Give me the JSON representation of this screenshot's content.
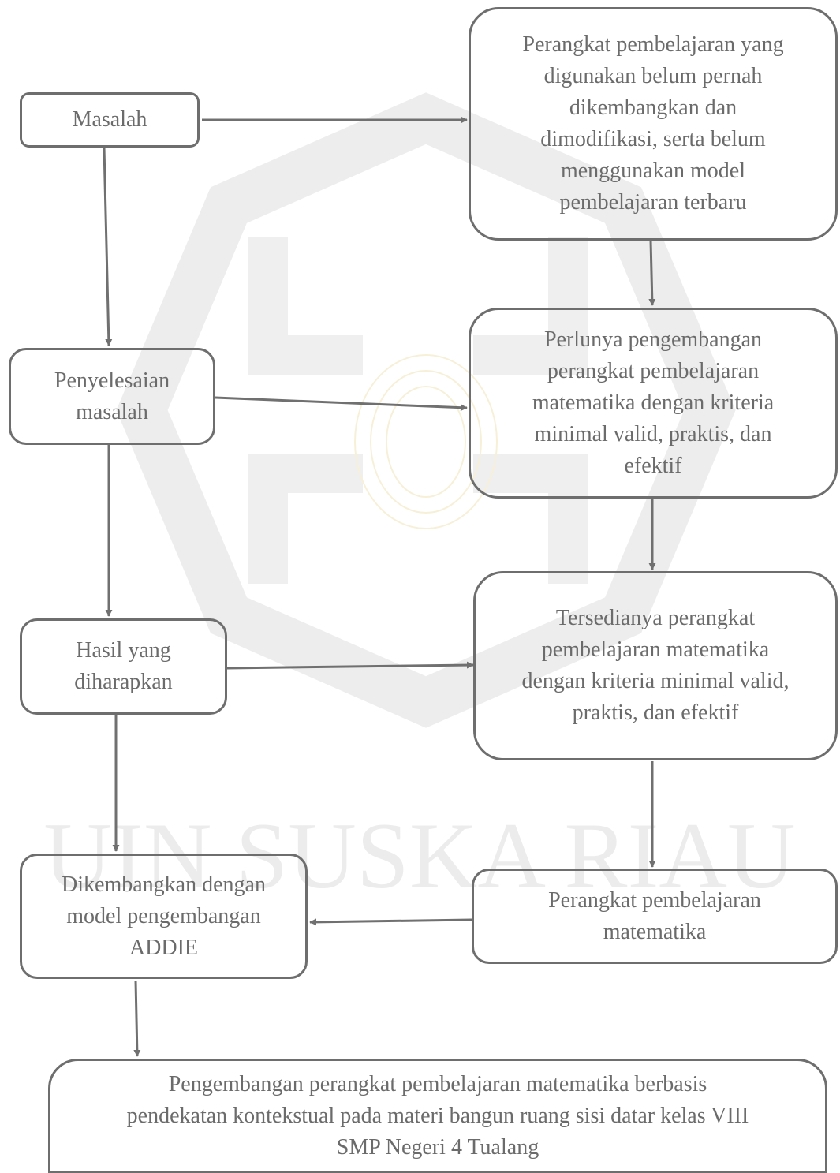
{
  "watermark": {
    "text": "UIN SUSKA RIAU",
    "color": "#ececec"
  },
  "diagram": {
    "line_color": "#707070",
    "text_color": "#6b6b6b",
    "boxes": {
      "masalah": "Masalah",
      "penyelesaian": "Penyelesaian\nmasalah",
      "hasil": "Hasil yang\ndiharapkan",
      "dikembangkan": "Dikembangkan dengan\nmodel pengembangan\nADDIE",
      "perangkat_belum": "Perangkat pembelajaran yang\ndigunakan belum pernah\ndikembangkan dan\ndimodifikasi, serta belum\nmenggunakan model\npembelajaran terbaru",
      "perlunya": "Perlunya pengembangan\nperangkat pembelajaran\nmatematika dengan kriteria\nminimal valid, praktis, dan\nefektif",
      "tersedianya": "Tersedianya perangkat\npembelajaran matematika\ndengan kriteria minimal valid,\npraktis, dan efektif",
      "perangkat_mat": "Perangkat pembelajaran\nmatematika",
      "pengembangan": "Pengembangan perangkat pembelajaran matematika berbasis\npendekatan kontekstual pada materi bangun ruang sisi datar kelas VIII\nSMP Negeri 4 Tualang"
    }
  }
}
